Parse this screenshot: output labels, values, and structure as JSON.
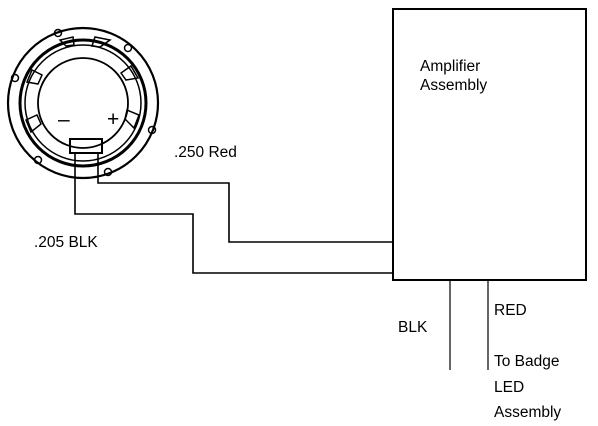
{
  "diagram": {
    "speaker": {
      "minus_label": "–",
      "plus_label": "+"
    },
    "amplifier": {
      "label_line1": "Amplifier",
      "label_line2": "Assembly"
    },
    "wires": {
      "red_label": ".250 Red",
      "black_label": ".205 BLK"
    },
    "output_leads": {
      "blk_label": "BLK",
      "red_label": "RED"
    },
    "destination": {
      "line1": "To Badge",
      "line2": "LED",
      "line3": "Assembly"
    },
    "colors": {
      "line": "#000000",
      "background": "#ffffff"
    }
  }
}
